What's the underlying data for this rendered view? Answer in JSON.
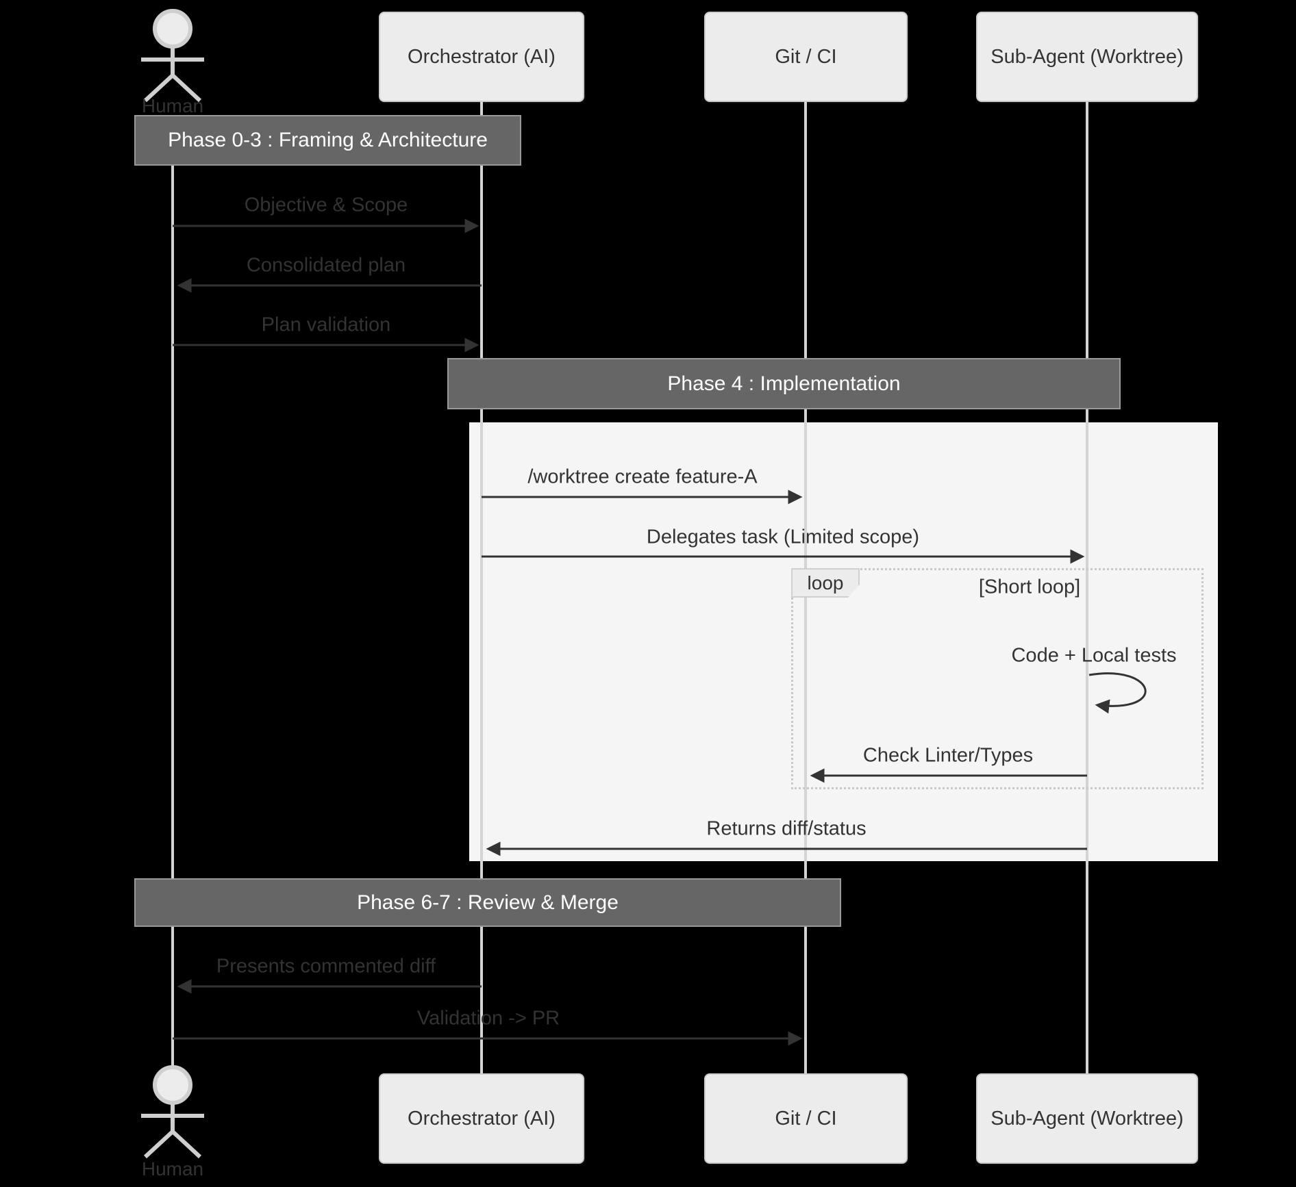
{
  "diagram": {
    "kind": "sequence-diagram",
    "background": "#000000",
    "colors": {
      "participant_fill": "#ececec",
      "participant_border": "#cccccc",
      "participant_text": "#333333",
      "lifeline": "#d4d4d4",
      "phase_band_fill": "#666666",
      "phase_band_border": "#999999",
      "phase_band_text": "#ffffff",
      "message_text": "#333333",
      "message_line": "#333333",
      "highlight_rect": "#f5f5f5",
      "loop_border": "#c9c9c9",
      "loop_label_fill": "#ececec"
    },
    "participants": [
      {
        "id": "human",
        "label": "Human",
        "kind": "actor"
      },
      {
        "id": "orchestrator",
        "label": "Orchestrator (AI)",
        "kind": "participant"
      },
      {
        "id": "gitci",
        "label": "Git / CI",
        "kind": "participant"
      },
      {
        "id": "subagent",
        "label": "Sub-Agent (Worktree)",
        "kind": "participant"
      }
    ],
    "phases": [
      {
        "label": "Phase 0-3 : Framing & Architecture"
      },
      {
        "label": "Phase 4 : Implementation"
      },
      {
        "label": "Phase 6-7 : Review & Merge"
      }
    ],
    "messages": [
      {
        "from": "Human",
        "to": "Orchestrator (AI)",
        "label": "Objective & Scope"
      },
      {
        "from": "Orchestrator (AI)",
        "to": "Human",
        "label": "Consolidated plan"
      },
      {
        "from": "Human",
        "to": "Orchestrator (AI)",
        "label": "Plan validation"
      },
      {
        "from": "Orchestrator (AI)",
        "to": "Git / CI",
        "label": "/worktree create feature-A"
      },
      {
        "from": "Orchestrator (AI)",
        "to": "Sub-Agent (Worktree)",
        "label": "Delegates task (Limited scope)"
      },
      {
        "from": "Sub-Agent (Worktree)",
        "to": "Sub-Agent (Worktree)",
        "label": "Code + Local tests"
      },
      {
        "from": "Sub-Agent (Worktree)",
        "to": "Git / CI",
        "label": "Check Linter/Types"
      },
      {
        "from": "Sub-Agent (Worktree)",
        "to": "Orchestrator (AI)",
        "label": "Returns diff/status"
      },
      {
        "from": "Orchestrator (AI)",
        "to": "Human",
        "label": "Presents commented diff"
      },
      {
        "from": "Human",
        "to": "Git / CI",
        "label": "Validation -> PR"
      }
    ],
    "loop": {
      "keyword": "loop",
      "condition": "[Short loop]"
    }
  }
}
